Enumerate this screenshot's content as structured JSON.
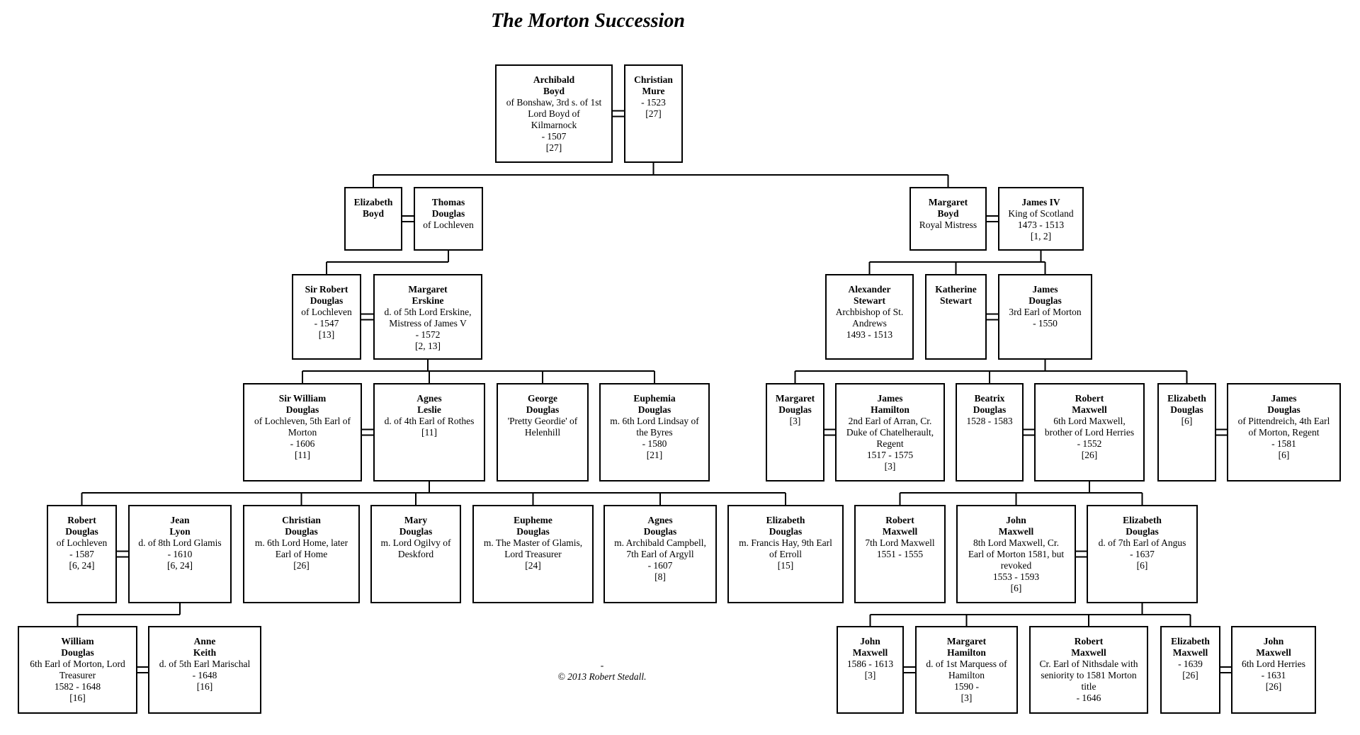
{
  "title": "The Morton Succession",
  "footer": {
    "dash": "-",
    "copyright": "© 2013 Robert Stedall."
  },
  "people": [
    {
      "id": "archibald",
      "name": [
        "Archibald",
        "Boyd"
      ],
      "lines": [
        "of Bonshaw, 3rd s. of 1st Lord Boyd of",
        "Kilmarnock",
        "- 1507",
        "[27]"
      ]
    },
    {
      "id": "christian_mure",
      "name": [
        "Christian",
        "Mure"
      ],
      "lines": [
        "- 1523",
        "[27]"
      ]
    },
    {
      "id": "elizabeth_boyd",
      "name": [
        "Elizabeth",
        "Boyd"
      ],
      "lines": []
    },
    {
      "id": "thomas_douglas",
      "name": [
        "Thomas",
        "Douglas"
      ],
      "lines": [
        "of Lochleven"
      ]
    },
    {
      "id": "margaret_boyd",
      "name": [
        "Margaret",
        "Boyd"
      ],
      "lines": [
        "Royal Mistress"
      ]
    },
    {
      "id": "james_iv",
      "name": [
        "James IV"
      ],
      "lines": [
        "King of Scotland",
        "1473 - 1513",
        "[1, 2]"
      ]
    },
    {
      "id": "sir_robert_douglas",
      "name": [
        "Sir Robert",
        "Douglas"
      ],
      "lines": [
        "of Lochleven",
        "- 1547",
        "[13]"
      ]
    },
    {
      "id": "margaret_erskine",
      "name": [
        "Margaret",
        "Erskine"
      ],
      "lines": [
        "d. of 5th Lord Erskine,",
        "Mistress of James V",
        "- 1572",
        "[2, 13]"
      ]
    },
    {
      "id": "alexander_stewart",
      "name": [
        "Alexander",
        "Stewart"
      ],
      "lines": [
        "Archbishop of St.",
        "Andrews",
        "1493 - 1513"
      ]
    },
    {
      "id": "katherine_stewart",
      "name": [
        "Katherine",
        "Stewart"
      ],
      "lines": []
    },
    {
      "id": "james_douglas_3",
      "name": [
        "James",
        "Douglas"
      ],
      "lines": [
        "3rd Earl of Morton",
        "- 1550"
      ]
    },
    {
      "id": "sir_william_douglas",
      "name": [
        "Sir William",
        "Douglas"
      ],
      "lines": [
        "of Lochleven, 5th Earl of",
        "Morton",
        "- 1606",
        "[11]"
      ]
    },
    {
      "id": "agnes_leslie",
      "name": [
        "Agnes",
        "Leslie"
      ],
      "lines": [
        "d. of 4th Earl of Rothes",
        "[11]"
      ]
    },
    {
      "id": "george_douglas",
      "name": [
        "George",
        "Douglas"
      ],
      "lines": [
        "'Pretty Geordie' of",
        "Helenhill"
      ]
    },
    {
      "id": "euphemia_douglas",
      "name": [
        "Euphemia",
        "Douglas"
      ],
      "lines": [
        "m. 6th Lord Lindsay of",
        "the Byres",
        "- 1580",
        "[21]"
      ]
    },
    {
      "id": "margaret_douglas_3",
      "name": [
        "Margaret",
        "Douglas"
      ],
      "lines": [
        "[3]"
      ]
    },
    {
      "id": "james_hamilton",
      "name": [
        "James",
        "Hamilton"
      ],
      "lines": [
        "2nd Earl of Arran, Cr.",
        "Duke of Chatelherault,",
        "Regent",
        "1517 - 1575",
        "[3]"
      ]
    },
    {
      "id": "beatrix_douglas",
      "name": [
        "Beatrix",
        "Douglas"
      ],
      "lines": [
        "1528 - 1583"
      ]
    },
    {
      "id": "robert_maxwell_6",
      "name": [
        "Robert",
        "Maxwell"
      ],
      "lines": [
        "6th Lord Maxwell,",
        "brother of Lord Herries",
        "- 1552",
        "[26]"
      ]
    },
    {
      "id": "elizabeth_douglas_6",
      "name": [
        "Elizabeth",
        "Douglas"
      ],
      "lines": [
        "[6]"
      ]
    },
    {
      "id": "james_douglas_4",
      "name": [
        "James",
        "Douglas"
      ],
      "lines": [
        "of Pittendreich, 4th Earl",
        "of Morton, Regent",
        "- 1581",
        "[6]"
      ]
    },
    {
      "id": "robert_douglas_loch",
      "name": [
        "Robert",
        "Douglas"
      ],
      "lines": [
        "of Lochleven",
        "- 1587",
        "[6, 24]"
      ]
    },
    {
      "id": "jean_lyon",
      "name": [
        "Jean",
        "Lyon"
      ],
      "lines": [
        "d. of 8th Lord Glamis",
        "- 1610",
        "[6, 24]"
      ]
    },
    {
      "id": "christian_douglas",
      "name": [
        "Christian",
        "Douglas"
      ],
      "lines": [
        "m. 6th Lord Home, later",
        "Earl of Home",
        "[26]"
      ]
    },
    {
      "id": "mary_douglas",
      "name": [
        "Mary",
        "Douglas"
      ],
      "lines": [
        "m. Lord Ogilvy of",
        "Deskford"
      ]
    },
    {
      "id": "eupheme_douglas",
      "name": [
        "Eupheme",
        "Douglas"
      ],
      "lines": [
        "m. The Master of Glamis,",
        "Lord Treasurer",
        "[24]"
      ]
    },
    {
      "id": "agnes_douglas",
      "name": [
        "Agnes",
        "Douglas"
      ],
      "lines": [
        "m. Archibald Campbell,",
        "7th Earl of Argyll",
        "- 1607",
        "[8]"
      ]
    },
    {
      "id": "elizabeth_douglas_15",
      "name": [
        "Elizabeth",
        "Douglas"
      ],
      "lines": [
        "m. Francis Hay, 9th Earl",
        "of Erroll",
        "[15]"
      ]
    },
    {
      "id": "robert_maxwell_7",
      "name": [
        "Robert",
        "Maxwell"
      ],
      "lines": [
        "7th Lord Maxwell",
        "1551 - 1555"
      ]
    },
    {
      "id": "john_maxwell_8",
      "name": [
        "John",
        "Maxwell"
      ],
      "lines": [
        "8th Lord Maxwell, Cr.",
        "Earl of Morton 1581, but",
        "revoked",
        "1553 - 1593",
        "[6]"
      ]
    },
    {
      "id": "elizabeth_douglas_angus",
      "name": [
        "Elizabeth",
        "Douglas"
      ],
      "lines": [
        "d. of 7th Earl of Angus",
        "- 1637",
        "[6]"
      ]
    },
    {
      "id": "william_douglas",
      "name": [
        "William",
        "Douglas"
      ],
      "lines": [
        "6th Earl of Morton, Lord",
        "Treasurer",
        "1582 - 1648",
        "[16]"
      ]
    },
    {
      "id": "anne_keith",
      "name": [
        "Anne",
        "Keith"
      ],
      "lines": [
        "d. of 5th Earl Marischal",
        "- 1648",
        "[16]"
      ]
    },
    {
      "id": "john_maxwell_1586",
      "name": [
        "John",
        "Maxwell"
      ],
      "lines": [
        "1586 - 1613",
        "[3]"
      ]
    },
    {
      "id": "margaret_hamilton",
      "name": [
        "Margaret",
        "Hamilton"
      ],
      "lines": [
        "d. of 1st Marquess of",
        "Hamilton",
        "1590 -",
        "[3]"
      ]
    },
    {
      "id": "robert_maxwell_nith",
      "name": [
        "Robert",
        "Maxwell"
      ],
      "lines": [
        "Cr. Earl of Nithsdale with",
        "seniority to 1581 Morton",
        "title",
        "- 1646"
      ]
    },
    {
      "id": "elizabeth_maxwell",
      "name": [
        "Elizabeth",
        "Maxwell"
      ],
      "lines": [
        "- 1639",
        "[26]"
      ]
    },
    {
      "id": "john_maxwell_6h",
      "name": [
        "John",
        "Maxwell"
      ],
      "lines": [
        "6th Lord Herries",
        "- 1631",
        "[26]"
      ]
    }
  ]
}
